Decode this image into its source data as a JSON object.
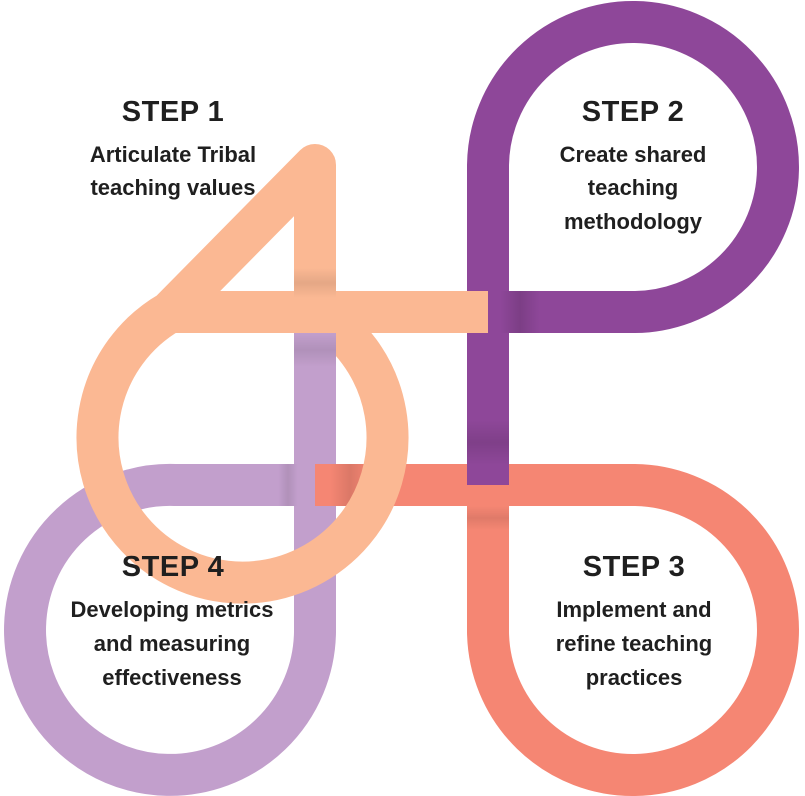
{
  "steps": [
    {
      "title": "STEP 1",
      "lines": [
        "Articulate Tribal",
        "teaching values"
      ],
      "color": "#FBB893"
    },
    {
      "title": "STEP 2",
      "lines": [
        "Create shared",
        "teaching",
        "methodology"
      ],
      "color": "#8E4799"
    },
    {
      "title": "STEP 3",
      "lines": [
        "Implement and",
        "refine teaching",
        "practices"
      ],
      "color": "#F58673"
    },
    {
      "title": "STEP 4",
      "lines": [
        "Developing metrics",
        "and measuring",
        "effectiveness"
      ],
      "color": "#C29FCC"
    }
  ]
}
